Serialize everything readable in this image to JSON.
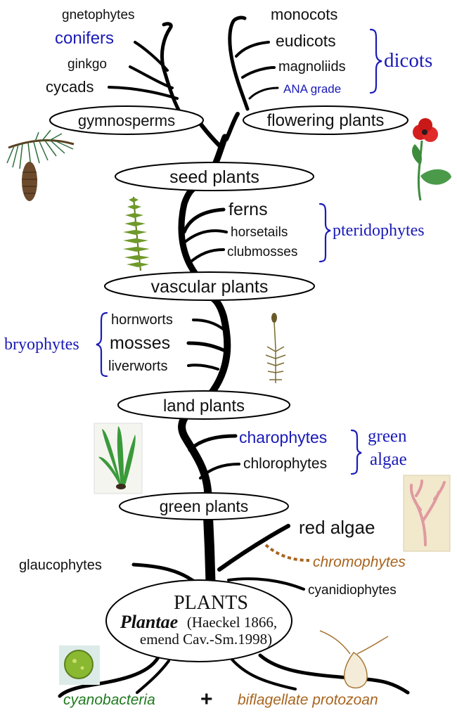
{
  "colors": {
    "trunk": "#000000",
    "text": "#111111",
    "group_blue": "#1a1ab8",
    "orange": "#a8641e",
    "dark_green": "#1e7a1e",
    "node_fill": "#ffffff"
  },
  "nodes": {
    "gymnosperms": "gymnosperms",
    "flowering_plants": "flowering plants",
    "seed_plants": "seed plants",
    "vascular_plants": "vascular plants",
    "land_plants": "land plants",
    "green_plants": "green plants",
    "root_title": "PLANTS",
    "root_name": "Plantae",
    "root_citation_1": "(Haeckel 1866,",
    "root_citation_2": "emend Cav.-Sm.1998)"
  },
  "leaves": {
    "gnetophytes": "gnetophytes",
    "conifers": "conifers",
    "ginkgo": "ginkgo",
    "cycads": "cycads",
    "monocots": "monocots",
    "eudicots": "eudicots",
    "magnoliids": "magnoliids",
    "ana_grade": "ANA grade",
    "ferns": "ferns",
    "horsetails": "horsetails",
    "clubmosses": "clubmosses",
    "hornworts": "hornworts",
    "mosses": "mosses",
    "liverworts": "liverworts",
    "charophytes": "charophytes",
    "chlorophytes": "chlorophytes",
    "red_algae": "red algae",
    "chromophytes": "chromophytes",
    "glaucophytes": "glaucophytes",
    "cyanidiophytes": "cyanidiophytes"
  },
  "groups": {
    "dicots": "dicots",
    "pteridophytes": "pteridophytes",
    "bryophytes": "bryophytes",
    "green_algae_1": "green",
    "green_algae_2": "algae"
  },
  "origins": {
    "cyanobacteria": "cyanobacteria",
    "plus": "+",
    "protozoan": "biflagellate protozoan"
  },
  "illustrations": [
    "pine-branch",
    "poppy",
    "fern-frond",
    "moss-sporophyte",
    "green-alga-thallus",
    "red-alga",
    "cyanobacterium-cell",
    "biflagellate-cell"
  ]
}
